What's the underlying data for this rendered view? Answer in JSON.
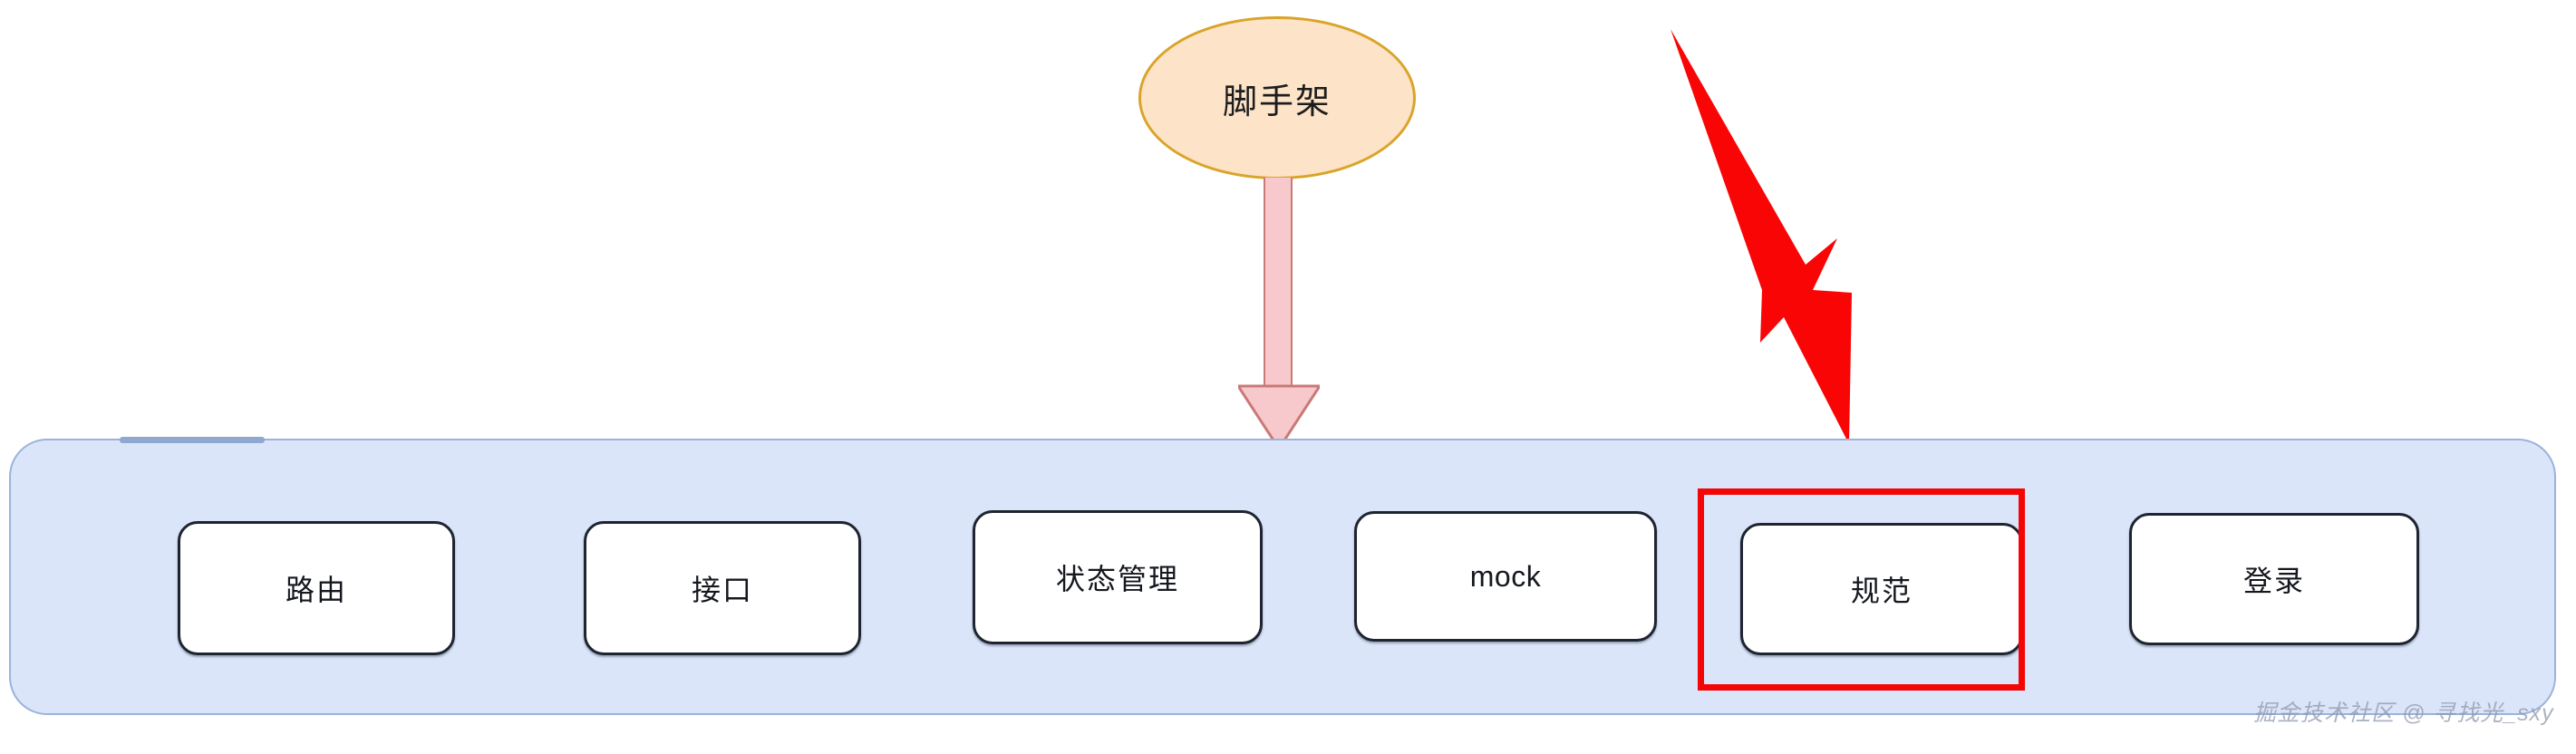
{
  "diagram": {
    "title_node": {
      "label": "脚手架",
      "shape": "ellipse",
      "fill_color": "#fde3c8",
      "border_color": "#d9a429"
    },
    "container": {
      "name": "scaffold-modules-group",
      "fill_color": "#dbe5f9",
      "border_color": "#9bb3da"
    },
    "items": [
      {
        "label": "路由",
        "script": "cjk"
      },
      {
        "label": "接口",
        "script": "cjk"
      },
      {
        "label": "状态管理",
        "script": "cjk"
      },
      {
        "label": "mock",
        "script": "latin"
      },
      {
        "label": "规范",
        "script": "cjk"
      },
      {
        "label": "登录",
        "script": "cjk"
      }
    ],
    "connectors": [
      {
        "name": "pink-block-arrow",
        "from": "脚手架",
        "to": "scaffold-modules-group",
        "direction": "down",
        "fill_color": "#f8c9cc",
        "border_color": "#c97a77"
      },
      {
        "name": "red-annotation-arrow",
        "points_to": "规范",
        "direction": "down-right",
        "color": "#fa0505"
      }
    ],
    "highlight": {
      "name": "red-highlight-rect",
      "target_label": "规范",
      "color": "#f50606"
    },
    "watermark": {
      "text": "掘金技术社区 @ 寻找光_sxy",
      "color": "#8c97ab"
    }
  }
}
